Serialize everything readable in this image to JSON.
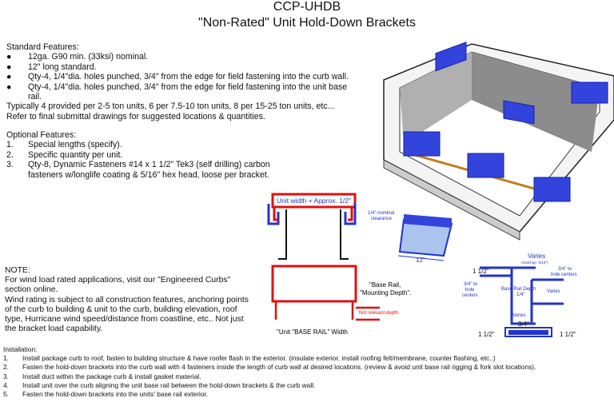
{
  "header": {
    "title": "CCP-UHDB",
    "subtitle": "\"Non-Rated\" Unit Hold-Down Brackets"
  },
  "standard_features": {
    "heading": "Standard Features:",
    "items": [
      "12ga. G90 min. (33ksi) nominal.",
      "12\" long standard.",
      "Qty-4, 1/4\"dia. holes punched, 3/4\" from the edge for field fastening into the curb wall.",
      "Qty-4, 1/4\"dia. holes punched, 3/4\" from the edge for field fastening into the unit base rail."
    ],
    "notes": [
      "Typically 4 provided per 2-5 ton units, 6 per 7.5-10 ton units, 8 per 15-25 ton units, etc...",
      "Refer to final submittal drawings for suggested locations & quantities."
    ]
  },
  "optional_features": {
    "heading": "Optional Features:",
    "items": [
      "Special lengths (specify).",
      "Specific quantity per unit.",
      "Qty-8, Dynamic Fasteners #14 x 1 1/2\" Tek3 (self drilling) carbon fasteners w/longlife coating & 5/16\" hex head, loose per bracket."
    ]
  },
  "note": {
    "heading": "NOTE:",
    "lines": [
      "For wind load rated applications, visit our \"Engineered Curbs\" section online.",
      "Wind rating is subject to all construction features, anchoring points of the curb to building & unit to the curb, building elevation, roof type, Hurricane wind speed/distance from coastline, etc.. Not just the bracket load capability."
    ]
  },
  "installation": {
    "heading": "Installation:",
    "items": [
      "Install package curb to roof, fasten to building structure & have roofer flash in the exterior. (insulate exterior, install roofing felt/membrane, counter flashing, etc..)",
      "Fasten the hold-down brackets into the curb wall with 4 fasteners inside the length of curb wall at desired locations. (review & avoid unit base rail rigging & fork slot locations).",
      "Install duct within the package curb & install gasket material.",
      "Install unit over the curb aligning the unit base rail between the hold-down brackets & the curb wall.",
      "Fasten the hold-down brackets into the units' base rail exterior."
    ]
  },
  "section_drawing": {
    "unit_width": "Unit width + Approx. 1/2\"",
    "clearance": [
      "1/4\" nominal",
      "clearance"
    ],
    "base_rail": [
      "\"Base Rail,",
      "\"Mounting Depth\"."
    ],
    "not_relevant": "Not relevant depth",
    "base_rail_width": "\"Unit \"BASE RAIL\" Width"
  },
  "bracket_drawing": {
    "length": "12\""
  },
  "detail_drawing": {
    "varies_top": "Varies",
    "varies_note": "(matchup \"3/16\")",
    "one_half_left": "1 1/2\"",
    "hole_left": [
      "3/4\" to",
      "hole",
      "centers"
    ],
    "hole_right": [
      "3/4\" to",
      "hole centers"
    ],
    "base_rail_depth": [
      "Base Rail Depth",
      "1/4\""
    ],
    "varies_right": "Varies",
    "varies_bottom": "Varies",
    "three_quarter": "3/4\"",
    "bottom_left": "1 1/2\"",
    "bottom_right": "1 1/2\""
  },
  "colors": {
    "bracket_blue": "#2233cc",
    "unit_red": "#e01010",
    "curb_gray": "#9a9a9a",
    "gasket": "#c08020"
  }
}
